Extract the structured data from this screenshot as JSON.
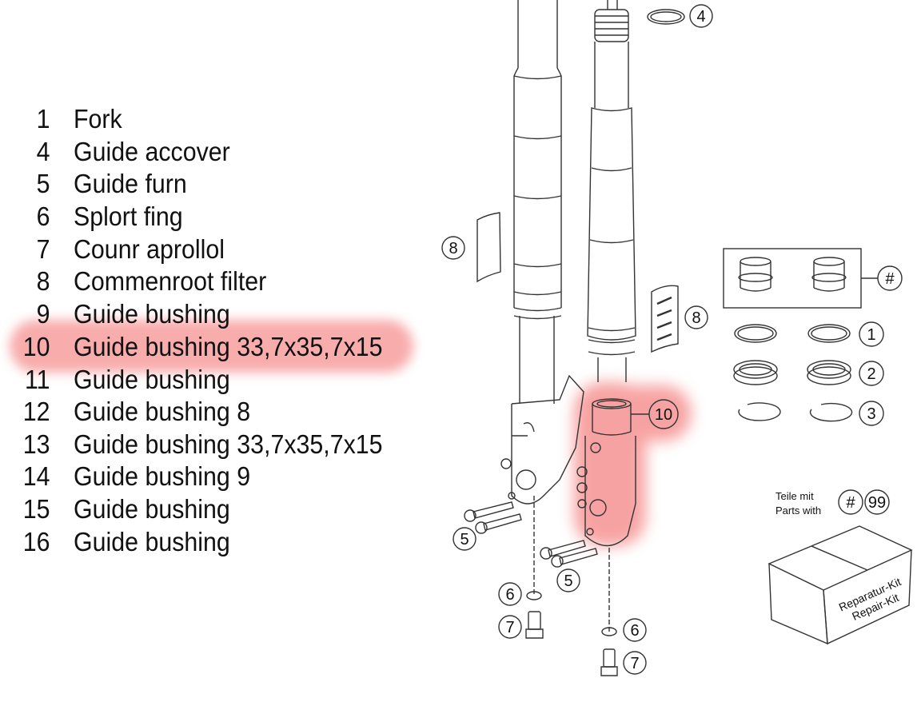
{
  "parts": [
    {
      "number": "1",
      "name": "Fork"
    },
    {
      "number": "4",
      "name": "Guide accover"
    },
    {
      "number": "5",
      "name": "Guide furn"
    },
    {
      "number": "6",
      "name": "Splort fing"
    },
    {
      "number": "7",
      "name": "Counr aprollol"
    },
    {
      "number": "8",
      "name": "Commenroot filter"
    },
    {
      "number": "9",
      "name": "Guide bushing"
    },
    {
      "number": "10",
      "name": "Guide bushing 33,7x35,7x15"
    },
    {
      "number": "11",
      "name": "Guide bushing"
    },
    {
      "number": "12",
      "name": "Guide bushing 8"
    },
    {
      "number": "13",
      "name": "Guide bushing 33,7x35,7x15"
    },
    {
      "number": "14",
      "name": "Guide bushing 9"
    },
    {
      "number": "15",
      "name": "Guide bushing"
    },
    {
      "number": "16",
      "name": "Guide bushing"
    }
  ],
  "highlighted_part": "10",
  "highlight_color": "#f04646",
  "callouts": {
    "c4": "4",
    "c8a": "8",
    "c8b": "8",
    "c10": "10",
    "c5a": "5",
    "c5b": "5",
    "c6a": "6",
    "c6b": "6",
    "c7a": "7",
    "c7b": "7",
    "kit_hash": "#",
    "k1": "1",
    "k2": "2",
    "k3": "3"
  },
  "legend": {
    "line1": "Teile mit",
    "line2": "Parts with",
    "hash": "#",
    "number": "99"
  },
  "kit_box": {
    "line1": "Reparatur-Kit",
    "line2": "Repair-Kit"
  }
}
